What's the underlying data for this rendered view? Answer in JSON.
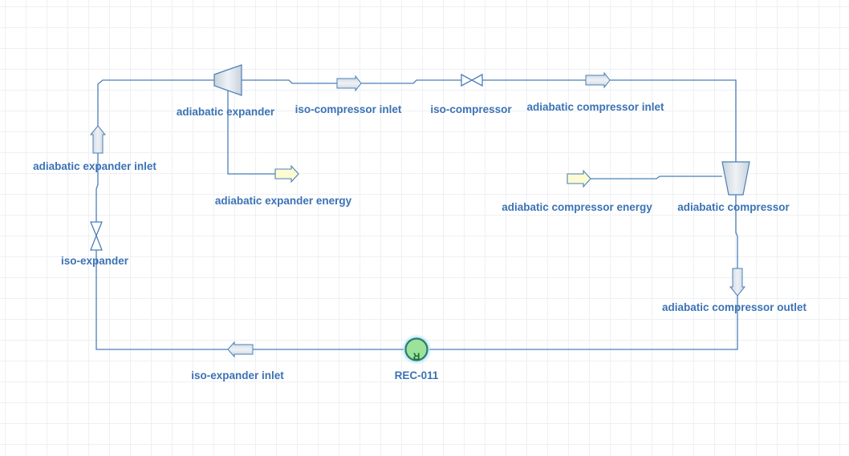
{
  "diagram": {
    "labels": {
      "adiabatic_expander": "adiabatic expander",
      "iso_compressor_inlet": "iso-compressor inlet",
      "iso_compressor": "iso-compressor",
      "adiabatic_compressor_inlet": "adiabatic compressor inlet",
      "adiabatic_expander_inlet": "adiabatic expander inlet",
      "adiabatic_expander_energy": "adiabatic expander energy",
      "adiabatic_compressor_energy": "adiabatic compressor energy",
      "adiabatic_compressor": "adiabatic compressor",
      "iso_expander": "iso-expander",
      "adiabatic_compressor_outlet": "adiabatic compressor outlet",
      "iso_expander_inlet": "iso-expander inlet",
      "rec": "REC-011"
    },
    "recycle_symbol": "R",
    "colors": {
      "line": "#4a7fb8",
      "label": "#3b72b5",
      "equipment_fill": "#dfe5ec",
      "energy_fill": "#fdfbd2",
      "recycle_fill": "#9be39b",
      "recycle_stroke": "#2e7d6a"
    }
  }
}
